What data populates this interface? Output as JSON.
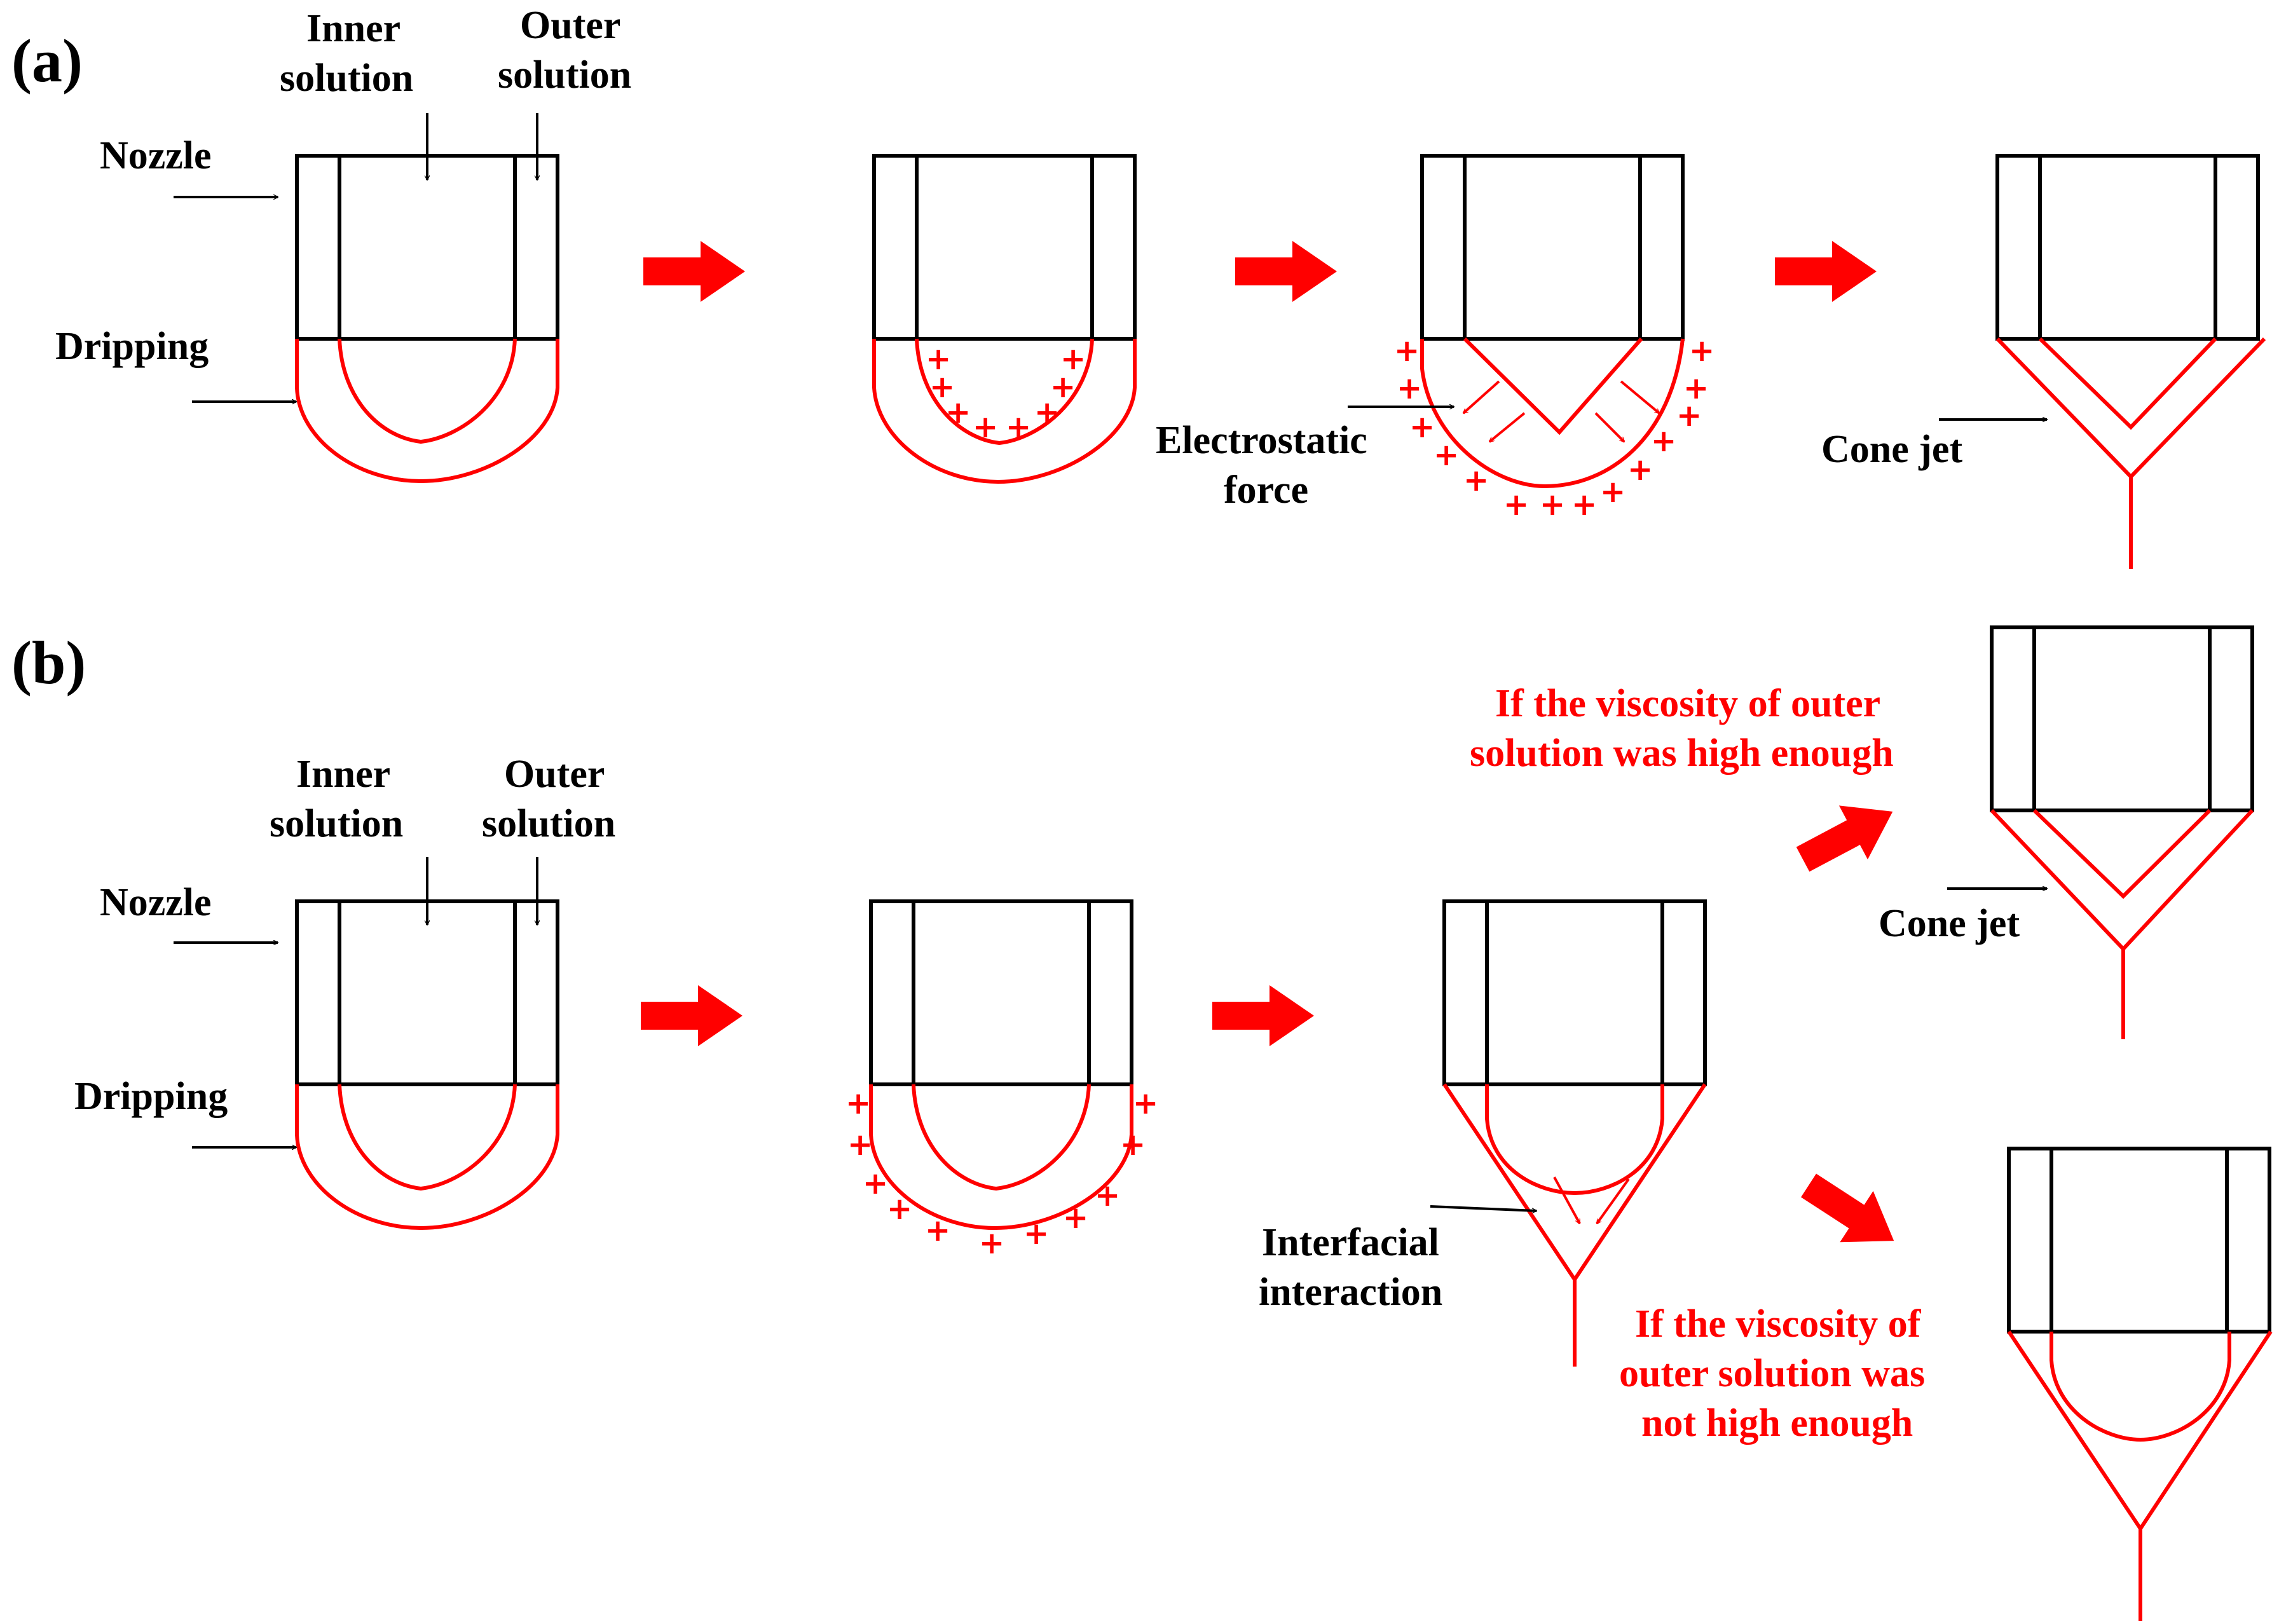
{
  "panels": {
    "a": {
      "label": "(a)",
      "inner_solution": [
        "Inner",
        "solution"
      ],
      "outer_solution": [
        "Outer",
        "solution"
      ],
      "nozzle": "Nozzle",
      "dripping": "Dripping",
      "electrostatic_force": [
        "Electrostatic",
        "force"
      ],
      "cone_jet": "Cone jet"
    },
    "b": {
      "label": "(b)",
      "inner_solution": [
        "Inner",
        "solution"
      ],
      "outer_solution": [
        "Outer",
        "solution"
      ],
      "nozzle": "Nozzle",
      "dripping": "Dripping",
      "interfacial_interaction": [
        "Interfacial",
        "interaction"
      ],
      "cone_jet": "Cone jet",
      "high_viscosity": [
        "If the viscosity of outer",
        "solution was high enough"
      ],
      "low_viscosity": [
        "If the viscosity of",
        "outer solution was",
        "not high enough"
      ]
    }
  },
  "charge_symbol": "+",
  "colors": {
    "outline": "#000000",
    "liquid": "#ff0000",
    "arrow": "#ff0000"
  }
}
